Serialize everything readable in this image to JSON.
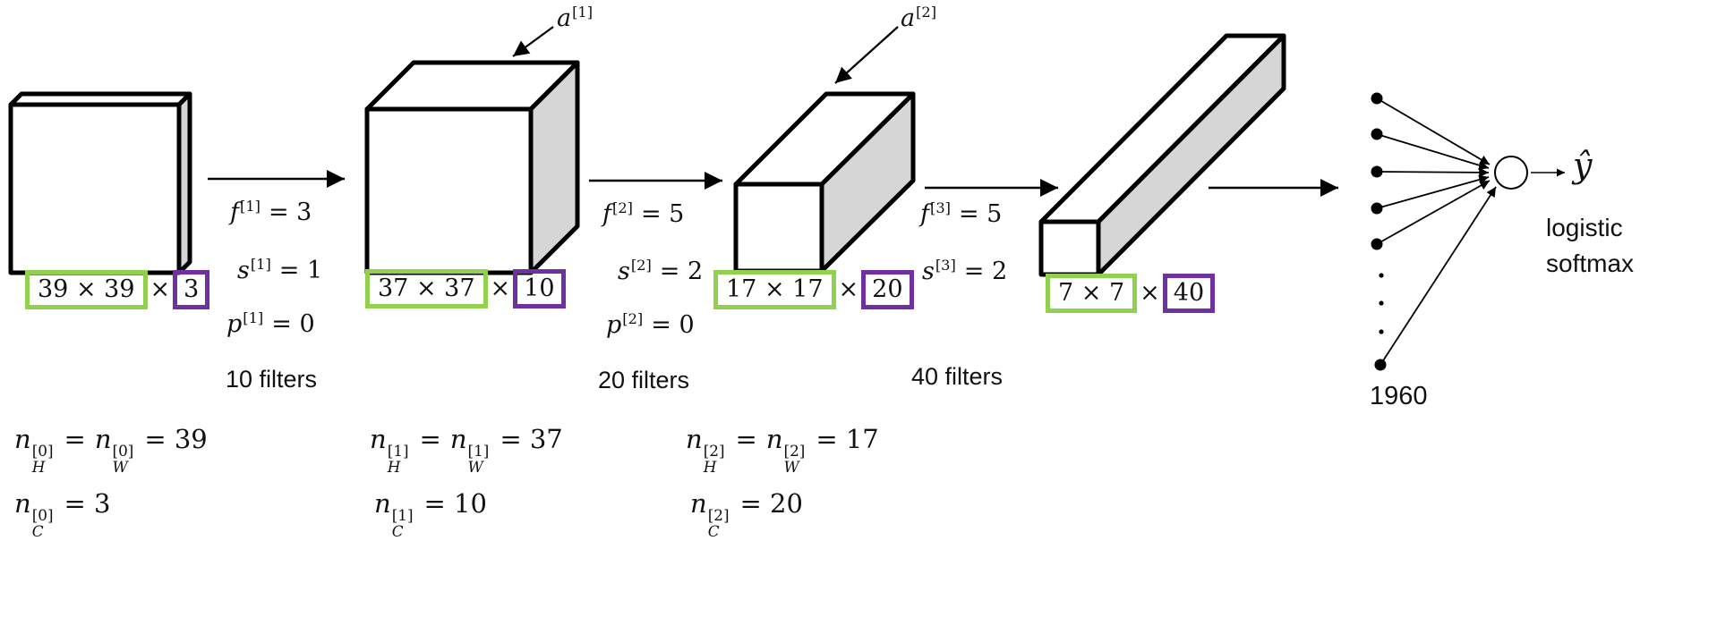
{
  "palette": {
    "green": "#92d050",
    "purple": "#7030a0",
    "side_gray": "#d6d6d6"
  },
  "activations": [
    {
      "base": "a",
      "sup": "[1]"
    },
    {
      "base": "a",
      "sup": "[2]"
    }
  ],
  "conv_params": [
    {
      "f": {
        "base": "f",
        "sup": "[1]",
        "eq": "= 3"
      },
      "s": {
        "base": "s",
        "sup": "[1]",
        "eq": "= 1"
      },
      "p": {
        "base": "p",
        "sup": "[1]",
        "eq": "= 0"
      },
      "filters": "10 filters"
    },
    {
      "f": {
        "base": "f",
        "sup": "[2]",
        "eq": "= 5"
      },
      "s": {
        "base": "s",
        "sup": "[2]",
        "eq": "= 2"
      },
      "p": {
        "base": "p",
        "sup": "[2]",
        "eq": "= 0"
      },
      "filters": "20 filters"
    },
    {
      "f": {
        "base": "f",
        "sup": "[3]",
        "eq": "= 5"
      },
      "s": {
        "base": "s",
        "sup": "[3]",
        "eq": "= 2"
      },
      "filters": "40 filters"
    }
  ],
  "volume_labels": [
    {
      "hw": "39 × 39",
      "times": "×",
      "c": "3"
    },
    {
      "hw": "37 × 37",
      "times": "×",
      "c": "10"
    },
    {
      "hw": "17 × 17",
      "times": "×",
      "c": "20"
    },
    {
      "hw": "7 × 7",
      "times": "×",
      "c": "40"
    }
  ],
  "dim_formulas": [
    {
      "hw": {
        "n1": "n",
        "sub1": "H",
        "sup1": "[0]",
        "eq1": "=",
        "n2": "n",
        "sub2": "W",
        "sup2": "[0]",
        "eq2": "= 39"
      },
      "c": {
        "n": "n",
        "sub": "C",
        "sup": "[0]",
        "eq": "= 3"
      }
    },
    {
      "hw": {
        "n1": "n",
        "sub1": "H",
        "sup1": "[1]",
        "eq1": "=",
        "n2": "n",
        "sub2": "W",
        "sup2": "[1]",
        "eq2": "= 37"
      },
      "c": {
        "n": "n",
        "sub": "C",
        "sup": "[1]",
        "eq": "= 10"
      }
    },
    {
      "hw": {
        "n1": "n",
        "sub1": "H",
        "sup1": "[2]",
        "eq1": "=",
        "n2": "n",
        "sub2": "W",
        "sup2": "[2]",
        "eq2": "= 17"
      },
      "c": {
        "n": "n",
        "sub": "C",
        "sup": "[2]",
        "eq": "= 20"
      }
    }
  ],
  "output": {
    "y_hat": "ŷ",
    "classifier_line1": "logistic",
    "classifier_line2": "softmax",
    "unit_count": "1960"
  }
}
